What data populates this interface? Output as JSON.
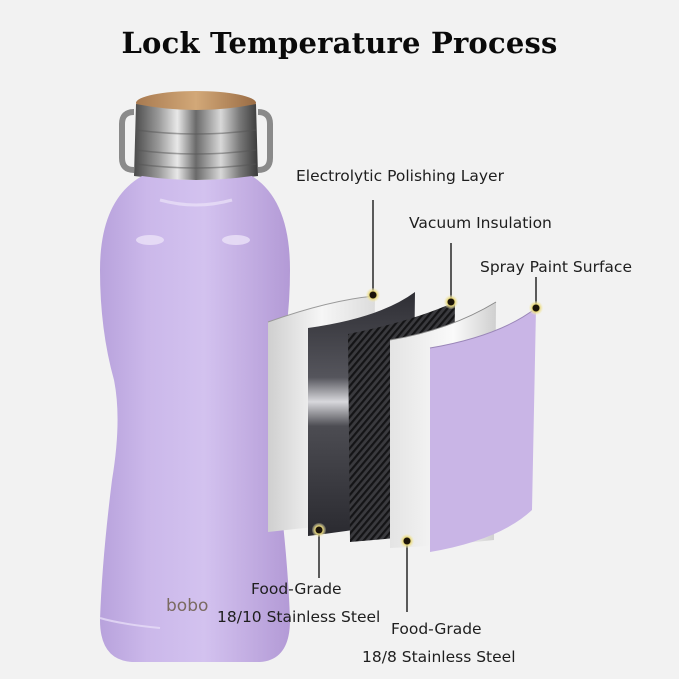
{
  "title": "Lock Temperature Process",
  "product": {
    "brand_logo": "bobo",
    "bottle_color": "#c9b5e6",
    "cap_material": "bamboo + stainless steel"
  },
  "layers": [
    {
      "name": "Electrolytic Polishing Layer",
      "position": "top"
    },
    {
      "name": "Vacuum Insulation",
      "position": "top"
    },
    {
      "name": "Spray Paint Surface",
      "position": "top"
    },
    {
      "name": "Food-Grade",
      "name_line2": "18/10 Stainless Steel",
      "position": "bottom"
    },
    {
      "name": "Food-Grade",
      "name_line2": "18/8 Stainless Steel",
      "position": "bottom"
    }
  ],
  "colors": {
    "background": "#f2f2f2",
    "lavender": "#c9b5e6",
    "marker_glow": "#e8d878",
    "marker_dot": "#1a1208"
  }
}
